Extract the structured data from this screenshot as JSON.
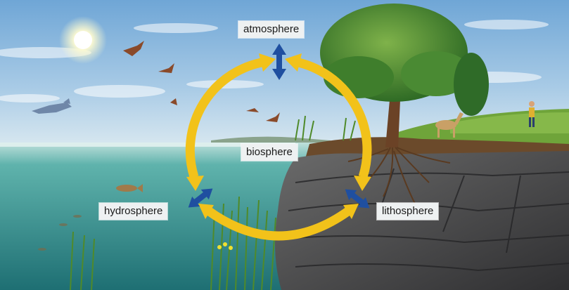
{
  "labels": {
    "atmosphere": "atmosphere",
    "biosphere": "biosphere",
    "hydrosphere": "hydrosphere",
    "lithosphere": "lithosphere"
  },
  "colors": {
    "cycle_arrow": "#f2c21a",
    "exchange_arrow": "#1f4fa0",
    "sky": "#9cc4e4",
    "water": "#3f9a96",
    "rock": "#4a4a4c",
    "grass": "#5e9a2e"
  },
  "icons": [
    "sun",
    "geese",
    "heron",
    "tree",
    "deer",
    "person",
    "fish",
    "roots",
    "water-plants"
  ]
}
